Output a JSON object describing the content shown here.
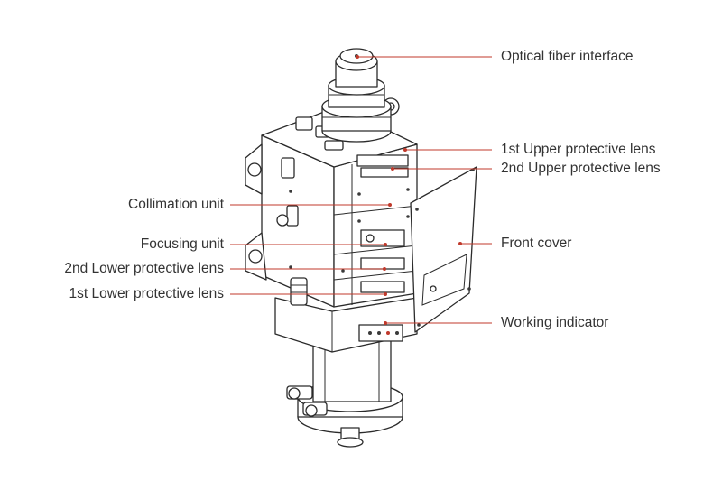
{
  "labels": {
    "optical_fiber_interface": "Optical fiber interface",
    "upper_lens_1": "1st Upper protective lens",
    "upper_lens_2": "2nd Upper protective lens",
    "collimation_unit": "Collimation unit",
    "focusing_unit": "Focusing unit",
    "lower_lens_2": "2nd Lower protective lens",
    "lower_lens_1": "1st Lower protective lens",
    "front_cover": "Front cover",
    "working_indicator": "Working indicator"
  },
  "colors": {
    "leader_line": "#c0392b",
    "outline": "#2b2b2b",
    "text": "#333333"
  }
}
